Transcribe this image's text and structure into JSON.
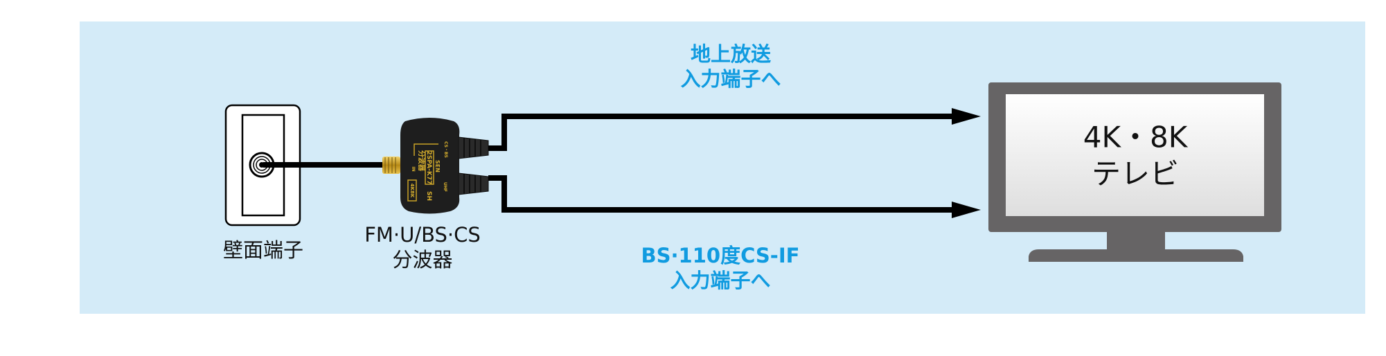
{
  "labels": {
    "terrestrial_line1": "地上放送",
    "terrestrial_line2": "入力端子へ",
    "satellite_line1": "BS·110度CS-IF",
    "satellite_line2": "入力端子へ",
    "wall_outlet": "壁面端子",
    "splitter_line1": "FM·U/BS·CS",
    "splitter_line2": "分波器",
    "tv_line1": "4K・8K",
    "tv_line2": "テレビ"
  },
  "device_markings": {
    "model": "2SPA-K77",
    "name": "分波器",
    "brand": "SEN",
    "port_in": "IN",
    "port_bs": "CS・BS",
    "port_uhf": "UHF",
    "badge_4k8k": "4K8K",
    "badge_sh": "SH"
  },
  "colors": {
    "background": "#d4ebf8",
    "accent_text": "#109be0",
    "tv_frame": "#666465",
    "cable": "#000000",
    "connector": "#c9a227"
  }
}
